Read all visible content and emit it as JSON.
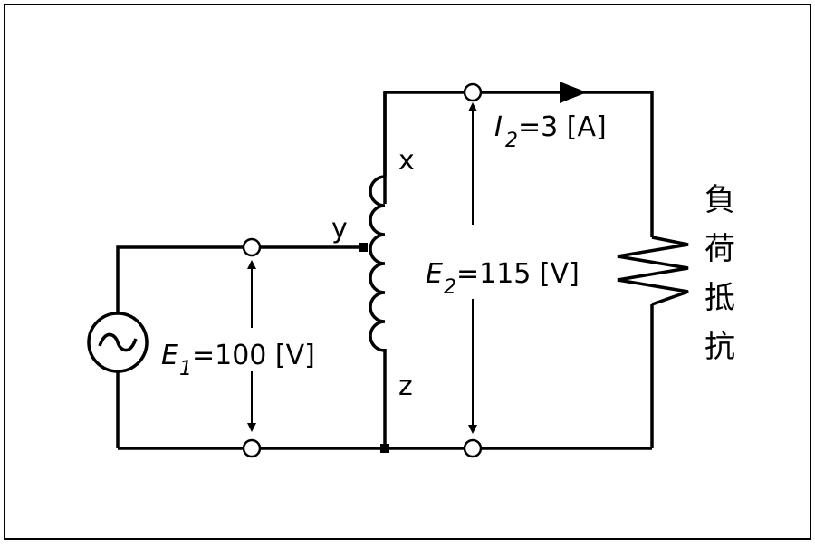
{
  "labels": {
    "x_tap": "x",
    "y_tap": "y",
    "z_tap": "z",
    "source_symbol": "~",
    "e1": {
      "var": "E",
      "sub": "1",
      "rest": "=100 [V]"
    },
    "e2": {
      "var": "E",
      "sub": "2",
      "rest": "=115 [V]"
    },
    "i2": {
      "var": "I",
      "sub": "2",
      "rest": "=3 [A]"
    },
    "load": [
      "負",
      "荷",
      "抵",
      "抗"
    ]
  }
}
